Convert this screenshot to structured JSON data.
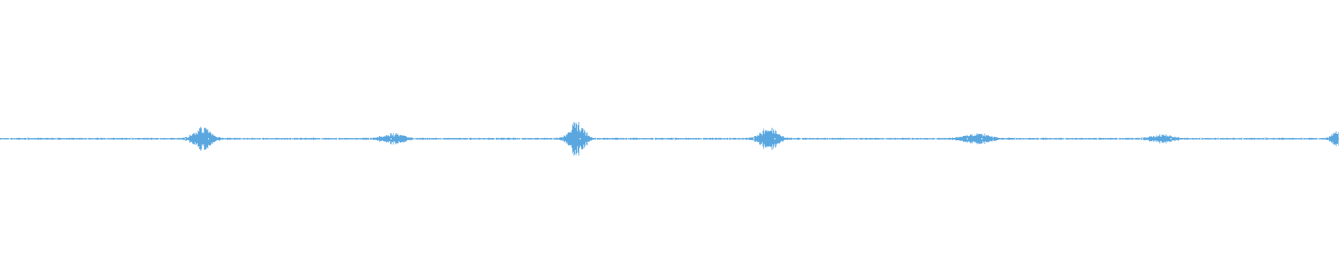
{
  "waveform": {
    "color": "#5aa7e0",
    "duration_fraction_total": 1.0,
    "bursts": [
      {
        "label": "burst-1",
        "center": 0.151,
        "amplitude": 0.045,
        "spread": 0.008
      },
      {
        "label": "burst-2",
        "center": 0.294,
        "amplitude": 0.02,
        "spread": 0.01
      },
      {
        "label": "burst-3",
        "center": 0.431,
        "amplitude": 0.07,
        "spread": 0.007
      },
      {
        "label": "burst-4",
        "center": 0.574,
        "amplitude": 0.045,
        "spread": 0.008
      },
      {
        "label": "burst-5",
        "center": 0.73,
        "amplitude": 0.02,
        "spread": 0.012
      },
      {
        "label": "burst-6",
        "center": 0.868,
        "amplitude": 0.015,
        "spread": 0.01
      },
      {
        "label": "burst-7",
        "center": 0.998,
        "amplitude": 0.03,
        "spread": 0.004
      }
    ],
    "baseline_noise": 0.004
  }
}
